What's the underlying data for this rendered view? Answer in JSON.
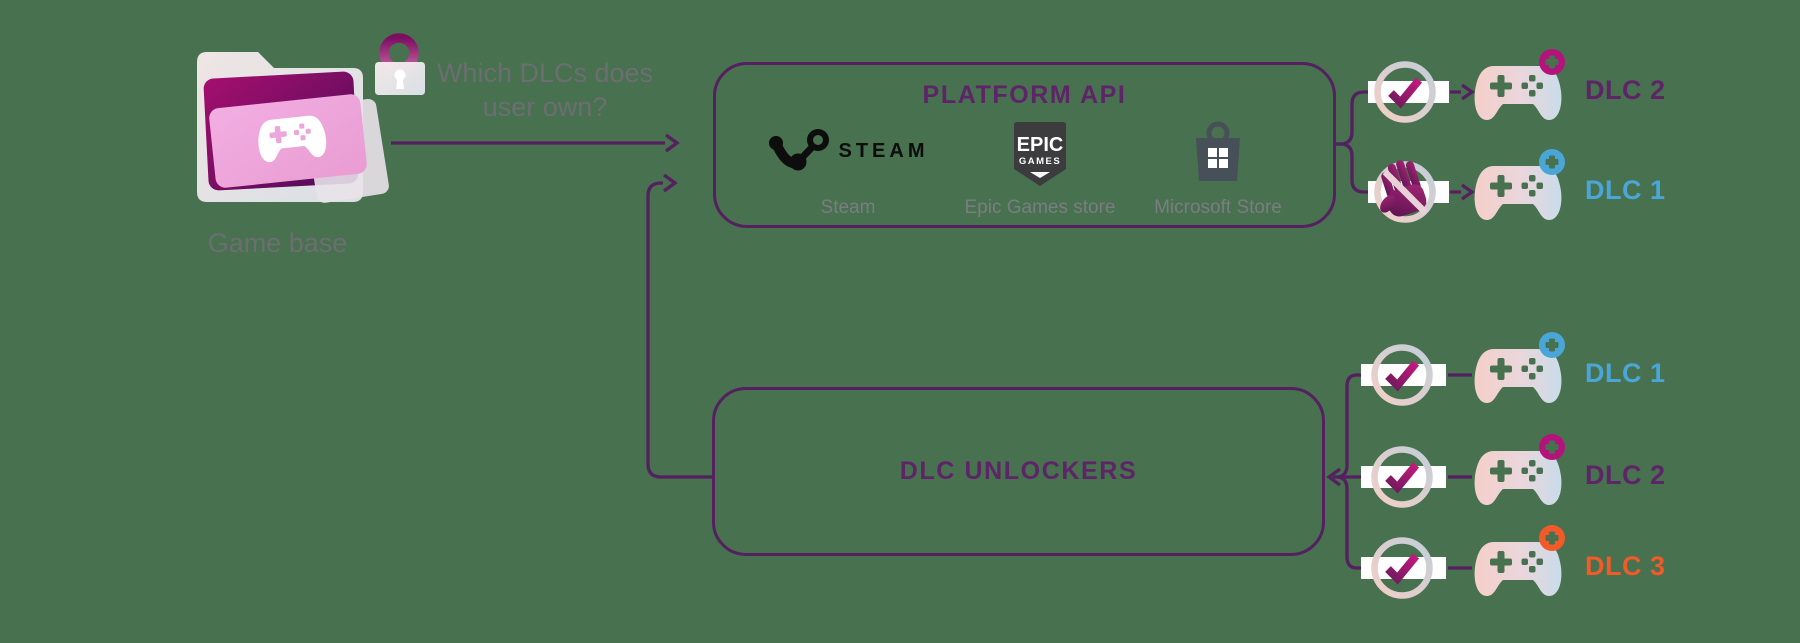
{
  "background": "#47714f",
  "palette": {
    "line": "#552060",
    "title_purple": "#5e2468",
    "gray_text": "#6d6e71",
    "platform_label_gray": "#7b7d80",
    "steam_black": "#0d0d0d",
    "epic_dark": "#3c3c3e",
    "ms_slate": "#475058",
    "band_white": "#ffffff",
    "blue": "#4ba6d8",
    "orange": "#f15a29",
    "magenta": "#b5137c"
  },
  "game_base": {
    "label": "Game base"
  },
  "question": {
    "line1": "Which DLCs does",
    "line2": "user own?"
  },
  "platform_api": {
    "title": "PLATFORM API",
    "platforms": [
      {
        "name": "Steam",
        "logo_text": "STEAM"
      },
      {
        "name": "Epic Games store",
        "logo_line1": "EPIC",
        "logo_line2": "GAMES"
      },
      {
        "name": "Microsoft Store"
      }
    ]
  },
  "dlc_unlockers": {
    "title": "DLC UNLOCKERS"
  },
  "platform_results": [
    {
      "label": "DLC 2",
      "status": "owned",
      "icon": "check",
      "color": "#5e2468",
      "badge_color": "#b5137c"
    },
    {
      "label": "DLC 1",
      "status": "not owned",
      "icon": "blocked-hand",
      "color": "#4ba6d8",
      "badge_color": "#4ba6d8"
    }
  ],
  "unlocker_results": [
    {
      "label": "DLC 1",
      "status": "unlocked",
      "icon": "check",
      "color": "#4ba6d8",
      "badge_color": "#4ba6d8"
    },
    {
      "label": "DLC 2",
      "status": "unlocked",
      "icon": "check",
      "color": "#5e2468",
      "badge_color": "#b5137c"
    },
    {
      "label": "DLC 3",
      "status": "unlocked",
      "icon": "check",
      "color": "#f15a29",
      "badge_color": "#f15a29"
    }
  ]
}
